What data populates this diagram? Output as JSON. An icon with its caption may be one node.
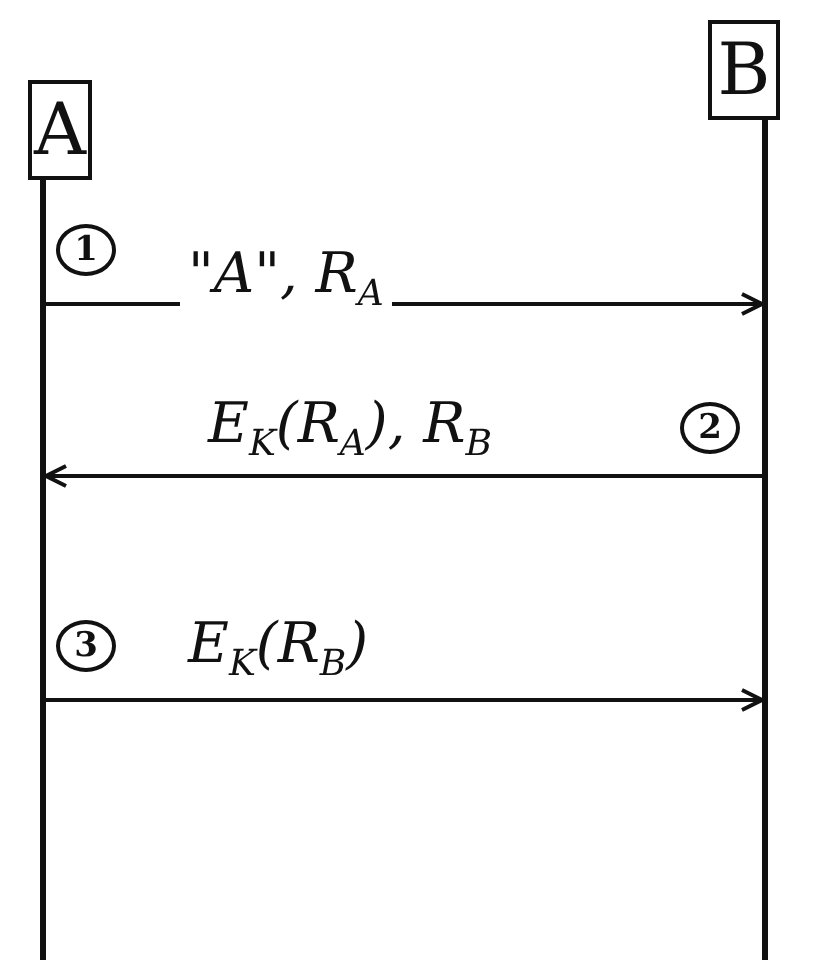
{
  "diagram": {
    "nodes": [
      {
        "text": [
          "A"
        ]
      },
      {
        "text": [
          "B"
        ]
      },
      {
        "text": [],
        "shape": "bar"
      },
      {
        "text": [],
        "shape": "bar"
      }
    ],
    "edges": [
      {
        "from": 2,
        "to": 3,
        "arrow": "to",
        "label": "\"A\", R$_{A}$"
      },
      {
        "from": 3,
        "to": 2,
        "arrow": "to",
        "label": "E$_{K}$(R$_{A}$), R$_{B}$"
      },
      {
        "from": 2,
        "to": 3,
        "arrow": "to",
        "label": "E$_{K}$(R$_{B}$)"
      }
    ],
    "labels": [
      "1",
      "2",
      "3"
    ]
  }
}
